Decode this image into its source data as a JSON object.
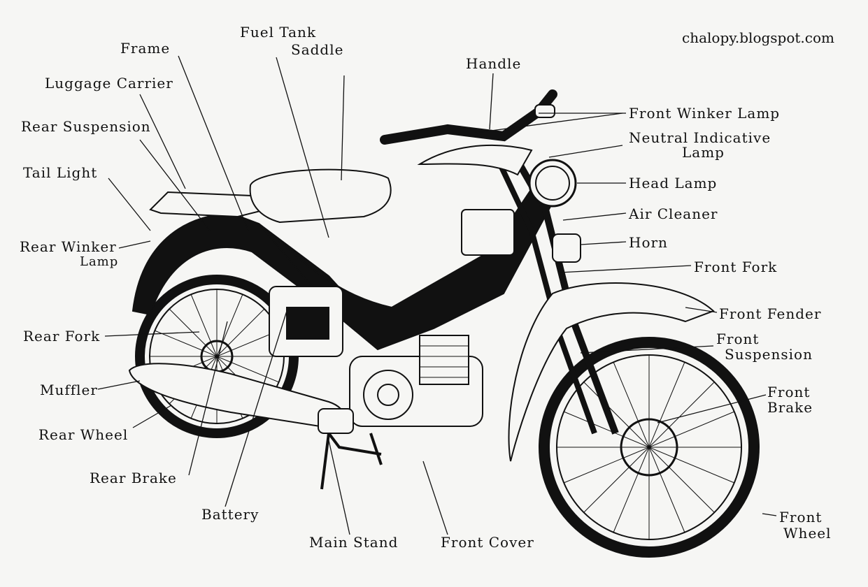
{
  "credit": "chalopy.blogspot.com",
  "labels": {
    "frame": "Frame",
    "fuel_tank": "Fuel Tank",
    "saddle": "Saddle",
    "luggage_carrier": "Luggage Carrier",
    "rear_suspension": "Rear Suspension",
    "tail_light": "Tail Light",
    "rear_winker_lamp_1": "Rear Winker",
    "rear_winker_lamp_2": "Lamp",
    "rear_fork": "Rear Fork",
    "muffler": "Muffler",
    "rear_wheel": "Rear Wheel",
    "rear_brake": "Rear Brake",
    "battery": "Battery",
    "main_stand": "Main Stand",
    "front_cover": "Front Cover",
    "handle": "Handle",
    "front_winker_lamp": "Front Winker Lamp",
    "neutral_indicative_lamp_1": "Neutral Indicative",
    "neutral_indicative_lamp_2": "Lamp",
    "head_lamp": "Head Lamp",
    "air_cleaner": "Air Cleaner",
    "horn": "Horn",
    "front_fork": "Front Fork",
    "front_fender": "Front Fender",
    "front_suspension_1": "Front",
    "front_suspension_2": "Suspension",
    "front_brake_1": "Front",
    "front_brake_2": "Brake",
    "front_wheel_1": "Front",
    "front_wheel_2": "Wheel"
  },
  "colors": {
    "ink": "#111111",
    "paper": "#f6f6f4"
  }
}
